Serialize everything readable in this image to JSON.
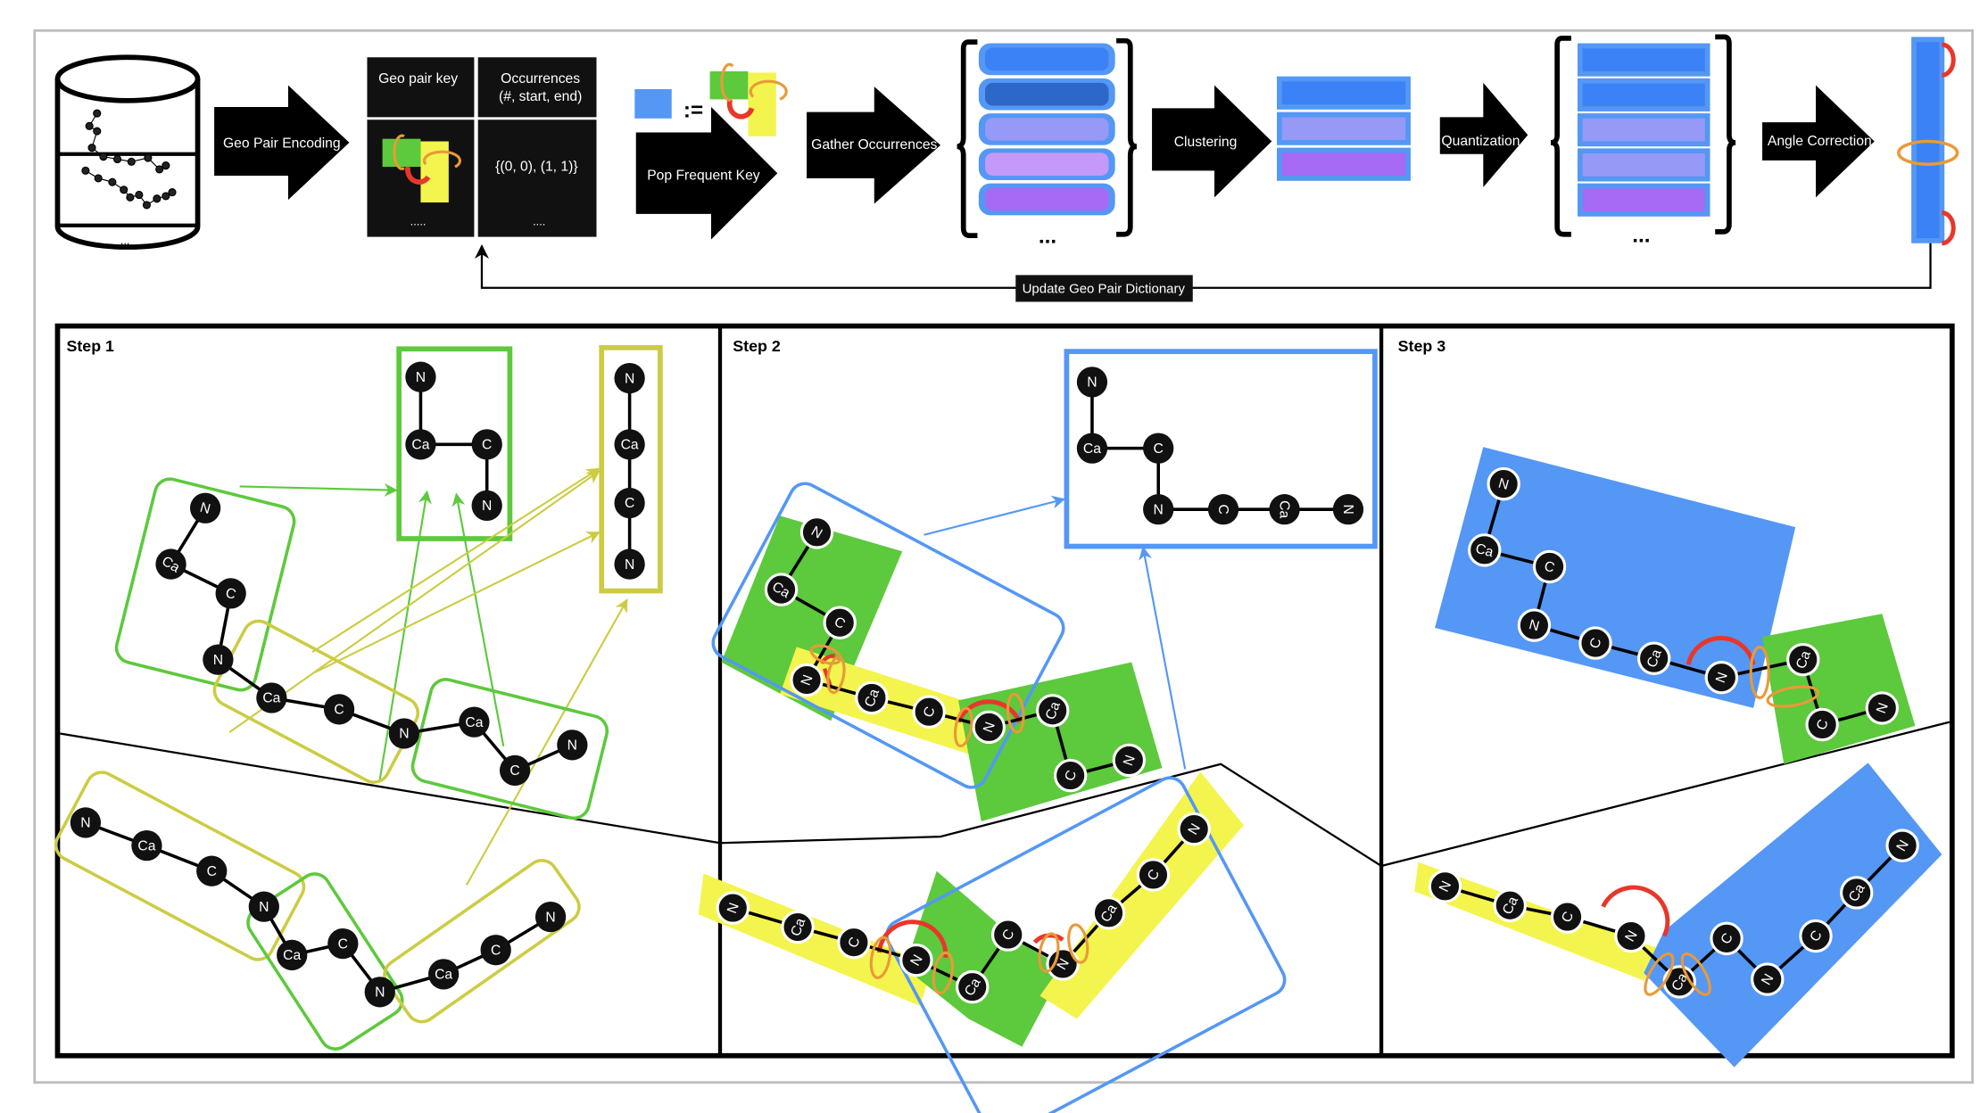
{
  "pipeline": {
    "database": {
      "ellipsis": "..."
    },
    "arrows": [
      {
        "label": "Geo Pair Encoding"
      },
      {
        "label": "Pop Frequent Key"
      },
      {
        "label": "Gather Occurrences"
      },
      {
        "label": "Clustering"
      },
      {
        "label": "Quantization"
      },
      {
        "label": "Angle Correction"
      }
    ],
    "table": {
      "headers": [
        "Geo pair key",
        "Occurrences\n(#, start, end)"
      ],
      "header_key": "Geo pair key",
      "header_occ_line1": "Occurrences",
      "header_occ_line2": "(#, start, end)",
      "occurrence_value": "{(0, 0), (1, 1)}",
      "key_more": ".....",
      "occ_more": "...."
    },
    "assign_symbol": ":=",
    "occurrence_set": {
      "items": [
        "#3b82f6",
        "#2d68c8",
        "#9699f5",
        "#c599f7",
        "#a66af3"
      ],
      "ellipsis": "..."
    },
    "clusters": {
      "items": [
        "#3b82f6",
        "#9699f5",
        "#a66af3"
      ]
    },
    "quantized_set": {
      "items": [
        "#3b82f6",
        "#3b82f6",
        "#9699f5",
        "#9699f5",
        "#a66af3"
      ],
      "ellipsis": "..."
    },
    "feedback_label": "Update Geo Pair Dictionary"
  },
  "colors": {
    "blue": "#5497f5",
    "green": "#5dc93c",
    "yellow": "#f4f44e",
    "olive": "#cccc44",
    "red": "#e8372a",
    "orange": "#e89a38",
    "black": "#111111"
  },
  "steps": [
    {
      "title": "Step 1"
    },
    {
      "title": "Step 2"
    },
    {
      "title": "Step 3"
    }
  ],
  "atoms": {
    "N": "N",
    "Ca": "Ca",
    "C": "C"
  }
}
